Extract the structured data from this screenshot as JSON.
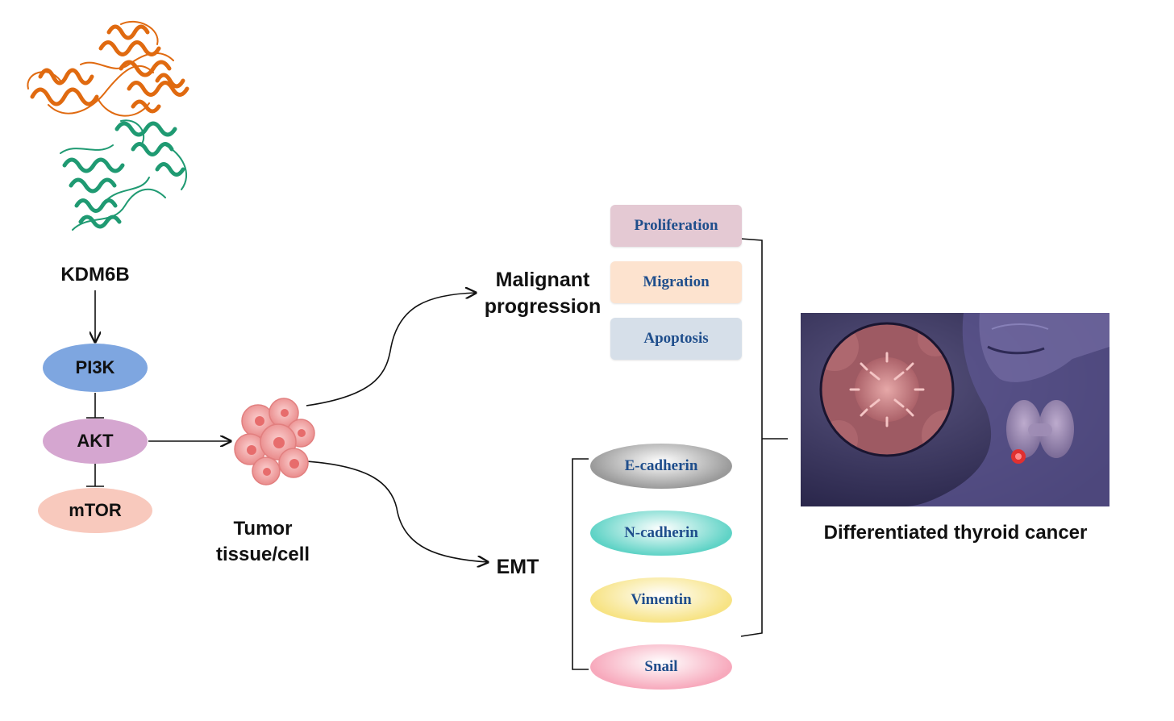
{
  "protein": {
    "label": "KDM6B",
    "colors": {
      "chain_a": "#e06a10",
      "chain_b": "#1f9a72"
    }
  },
  "pathway": [
    {
      "label": "PI3K",
      "color": "#7ea6e0"
    },
    {
      "label": "AKT",
      "color": "#d5a6d0"
    },
    {
      "label": "mTOR",
      "color": "#f8c9bd"
    }
  ],
  "tumor": {
    "line1": "Tumor",
    "line2": "tissue/cell",
    "color": "#f29a9a"
  },
  "malignant": {
    "line1": "Malignant",
    "line2": "progression",
    "items": [
      {
        "label": "Proliferation",
        "color": "#e4c9d3"
      },
      {
        "label": "Migration",
        "color": "#fde3cf"
      },
      {
        "label": "Apoptosis",
        "color": "#d6dfe9"
      }
    ]
  },
  "emt": {
    "label": "EMT",
    "items": [
      {
        "label": "E-cadherin",
        "color": "#9a9a9a"
      },
      {
        "label": "N-cadherin",
        "color": "#5fd3c6"
      },
      {
        "label": "Vimentin",
        "color": "#f7e384"
      },
      {
        "label": "Snail",
        "color": "#f7a9bc"
      }
    ]
  },
  "outcome": {
    "label": "Differentiated thyroid cancer"
  }
}
